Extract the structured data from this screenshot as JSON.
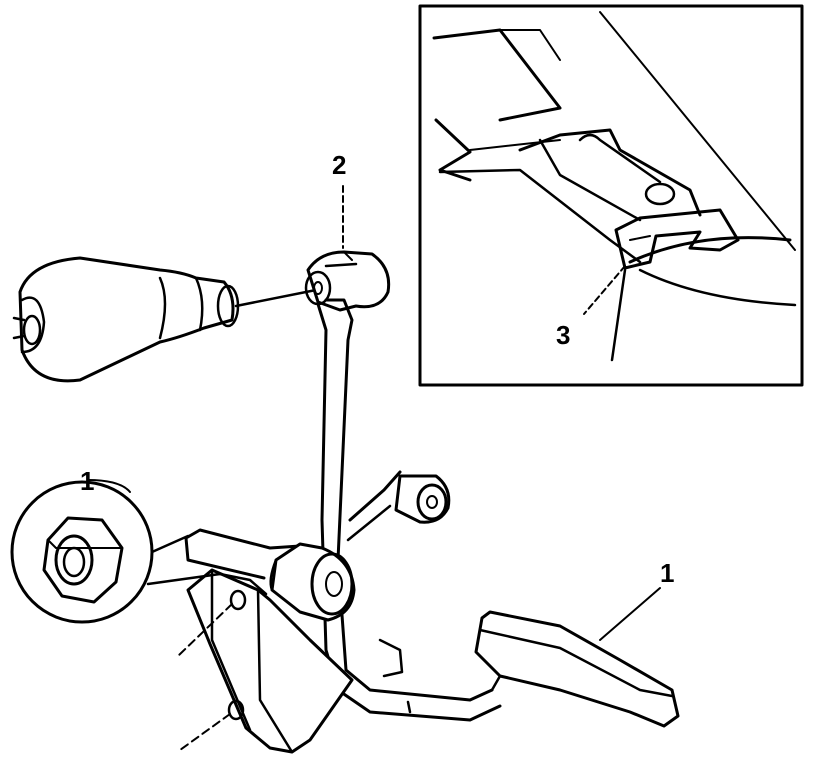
{
  "diagram": {
    "callouts": [
      {
        "id": "nut",
        "label": "1"
      },
      {
        "id": "pedal",
        "label": "1"
      },
      {
        "id": "clevis",
        "label": "2"
      },
      {
        "id": "switch",
        "label": "3"
      }
    ],
    "colors": {
      "ink": "#000000",
      "paper": "#ffffff"
    }
  }
}
